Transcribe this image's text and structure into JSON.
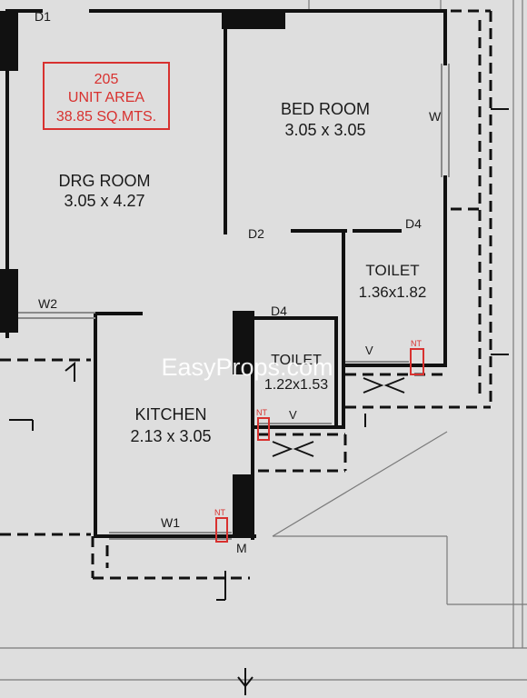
{
  "unit_box": {
    "number": "205",
    "line2": "UNIT AREA",
    "line3": "38.85 SQ.MTS."
  },
  "rooms": {
    "drg": {
      "name": "DRG ROOM",
      "size": "3.05 x 4.27"
    },
    "bed": {
      "name": "BED ROOM",
      "size": "3.05 x 3.05"
    },
    "kitchen": {
      "name": "KITCHEN",
      "size": "2.13 x 3.05"
    },
    "toilet1": {
      "name": "TOILET",
      "size": "1.36x1.82"
    },
    "toilet2": {
      "name": "TOILET",
      "size": "1.22x1.53"
    }
  },
  "doors": {
    "d1": "D1",
    "d2": "D2",
    "d4a": "D4",
    "d4b": "D4"
  },
  "windows": {
    "w": "W",
    "w1": "W1",
    "w2": "W2",
    "v1": "V",
    "v2": "V"
  },
  "fixtures": {
    "nt1": "NT",
    "nt2": "NT",
    "nt3": "NT",
    "m": "M"
  },
  "watermark": "EasyProps.com",
  "colors": {
    "wall": "#111111",
    "background": "#dedede",
    "annotation_red": "#d8312f",
    "watermark": "#ffffff"
  }
}
